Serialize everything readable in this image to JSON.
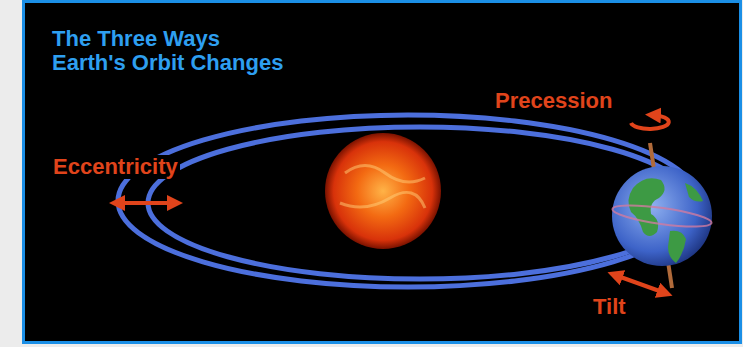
{
  "diagram": {
    "title": "The Three Ways Earth's Orbit Changes",
    "labels": [
      "Eccentricity",
      "Precession",
      "Tilt"
    ]
  }
}
